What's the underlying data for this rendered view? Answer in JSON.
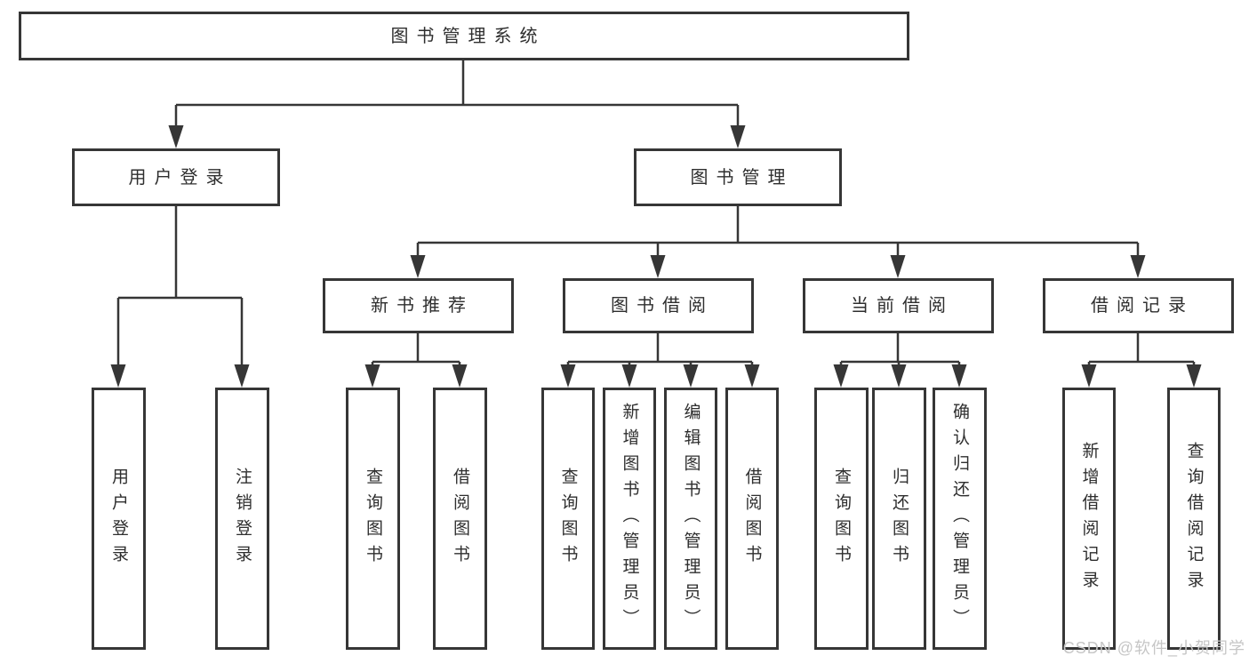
{
  "tree": {
    "root": "图书管理系统",
    "branches": [
      {
        "label": "用户登录",
        "children": [
          "用户登录",
          "注销登录"
        ]
      },
      {
        "label": "图书管理",
        "sections": [
          {
            "label": "新书推荐",
            "children": [
              "查询图书",
              "借阅图书"
            ]
          },
          {
            "label": "图书借阅",
            "children": [
              "查询图书",
              "新增图书（管理员）",
              "编辑图书（管理员）",
              "借阅图书"
            ]
          },
          {
            "label": "当前借阅",
            "children": [
              "查询图书",
              "归还图书",
              "确认归还（管理员）"
            ]
          },
          {
            "label": "借阅记录",
            "children": [
              "新增借阅记录",
              "查询借阅记录"
            ]
          }
        ]
      }
    ]
  },
  "watermark": {
    "text": "CSDN @软件_小贺同学"
  },
  "colors": {
    "line": "#363636",
    "text": "#2e2e2e",
    "watermark": "#c6c6c6",
    "background": "#ffffff"
  }
}
